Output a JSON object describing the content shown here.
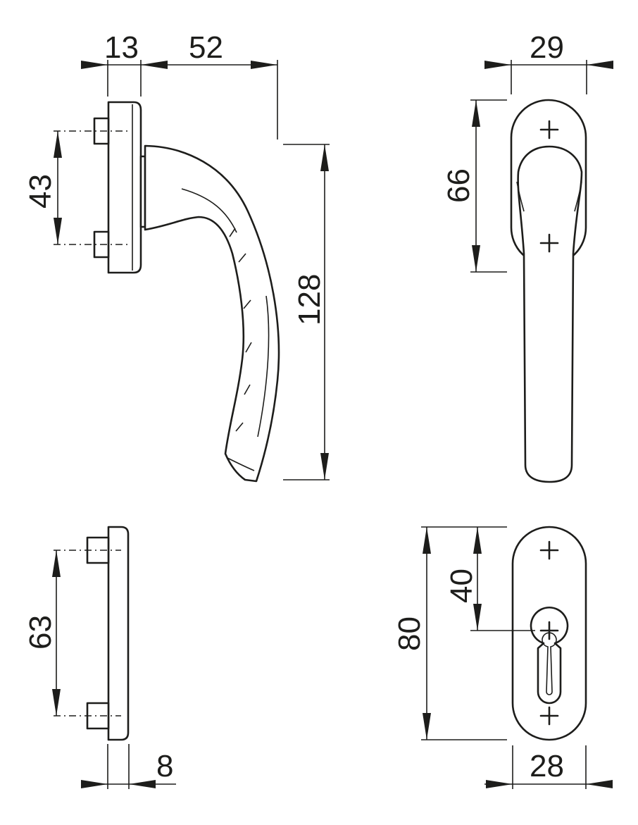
{
  "dimensions": {
    "rose_thickness": "13",
    "handle_projection": "52",
    "screw_spacing": "43",
    "handle_length": "128",
    "rose_width": "29",
    "rose_hole_spacing": "66",
    "escutcheon_screw_spacing": "63",
    "escutcheon_thickness": "8",
    "escutcheon_width": "28",
    "escutcheon_height": "80",
    "cylinder_offset": "40"
  },
  "colors": {
    "line": "#1d1d1b",
    "background": "#ffffff"
  }
}
